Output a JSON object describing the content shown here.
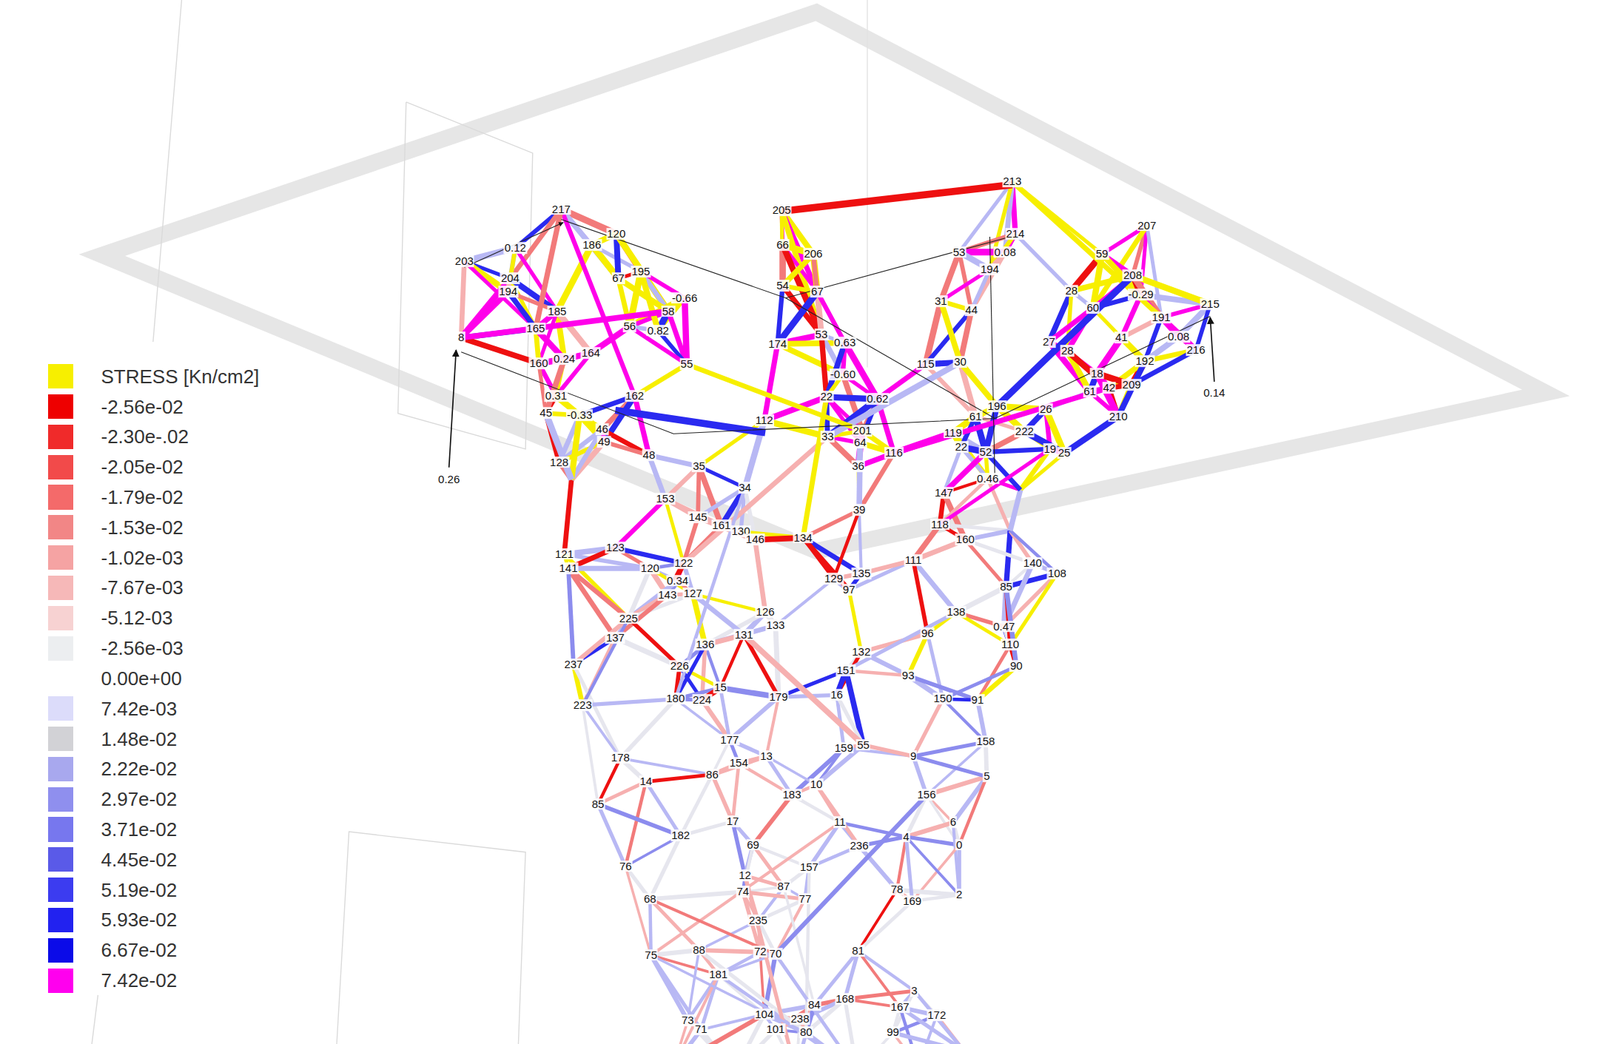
{
  "diagram": {
    "labels": [
      "217",
      "205",
      "213",
      "203",
      "207",
      "215",
      "8",
      "0.26",
      "0.14",
      "0.12",
      "186",
      "120",
      "66",
      "206",
      "214",
      "0.08",
      "59",
      "204",
      "194",
      "195",
      "67",
      "-0.66",
      "54",
      "67",
      "53",
      "194",
      "208",
      "-0.29",
      "28",
      "60",
      "191",
      "0.08",
      "216",
      "185",
      "58",
      "0.82",
      "56",
      "165",
      "164",
      "174",
      "53",
      "0.63",
      "115",
      "30",
      "44",
      "31",
      "27",
      "28",
      "41",
      "192",
      "18",
      "61",
      "42",
      "209",
      "210",
      "160",
      "0.24",
      "55",
      "-0.60",
      "0.31",
      "162",
      "22",
      "0.62",
      "45",
      "-0.33",
      "46",
      "49",
      "48",
      "112",
      "33",
      "201",
      "64",
      "119",
      "61",
      "196",
      "26",
      "22",
      "52",
      "222",
      "19",
      "25",
      "116",
      "128",
      "35",
      "36",
      "0.46",
      "34",
      "147",
      "39",
      "153",
      "145",
      "161",
      "130",
      "146",
      "134",
      "118",
      "160",
      "121",
      "141",
      "123",
      "120",
      "122",
      "0.34",
      "143",
      "127",
      "129",
      "97",
      "135",
      "111",
      "85",
      "140",
      "108",
      "225",
      "126",
      "133",
      "138",
      "96",
      "137",
      "131",
      "136",
      "132",
      "0.47",
      "110",
      "151",
      "90",
      "237",
      "226",
      "93",
      "180",
      "224",
      "15",
      "179",
      "16",
      "150",
      "91",
      "223",
      "177",
      "159",
      "55",
      "158",
      "13",
      "9",
      "178",
      "154",
      "86",
      "14",
      "10",
      "5",
      "183",
      "156",
      "85",
      "17",
      "11",
      "182",
      "4",
      "6",
      "69",
      "236",
      "0",
      "76",
      "157",
      "12",
      "74",
      "87",
      "77",
      "78",
      "169",
      "2",
      "68",
      "235",
      "75",
      "88",
      "72",
      "70",
      "81",
      "181",
      "3",
      "167",
      "168",
      "172",
      "84",
      "104",
      "238",
      "73",
      "71",
      "101",
      "80",
      "99"
    ],
    "legend": [
      {
        "text": "STRESS [Kn/cm2]",
        "color": "#f7ef00"
      },
      {
        "text": "-2.56e-02",
        "color": "#ee0000"
      },
      {
        "text": "-2.30e-.02",
        "color": "#f02a2a"
      },
      {
        "text": "-2.05e-02",
        "color": "#f24a4a"
      },
      {
        "text": "-1.79e-02",
        "color": "#f46a6a"
      },
      {
        "text": "-1.53e-02",
        "color": "#f28686"
      },
      {
        "text": "-1.02e-03",
        "color": "#f5a3a3"
      },
      {
        "text": "-7.67e-03",
        "color": "#f6b8b8"
      },
      {
        "text": "-5.12-03",
        "color": "#f7d2d2"
      },
      {
        "text": "-2.56e-03",
        "color": "#eceef0"
      },
      {
        "text": "0.00e+00",
        "color": "#ffffff"
      },
      {
        "text": "7.42e-03",
        "color": "#dcdcfa"
      },
      {
        "text": "1.48e-02",
        "color": "#d2d2d6"
      },
      {
        "text": "2.22e-02",
        "color": "#a8a8ee"
      },
      {
        "text": "2.97e-02",
        "color": "#8f8fee"
      },
      {
        "text": "3.71e-02",
        "color": "#7777ee"
      },
      {
        "text": "4.45e-02",
        "color": "#5a5ae8"
      },
      {
        "text": "5.19e-02",
        "color": "#3c3cf0"
      },
      {
        "text": "5.93e-02",
        "color": "#2222f0"
      },
      {
        "text": "6.67e-02",
        "color": "#0b0be8"
      },
      {
        "text": "7.42e-02",
        "color": "#ff00ee"
      }
    ]
  }
}
